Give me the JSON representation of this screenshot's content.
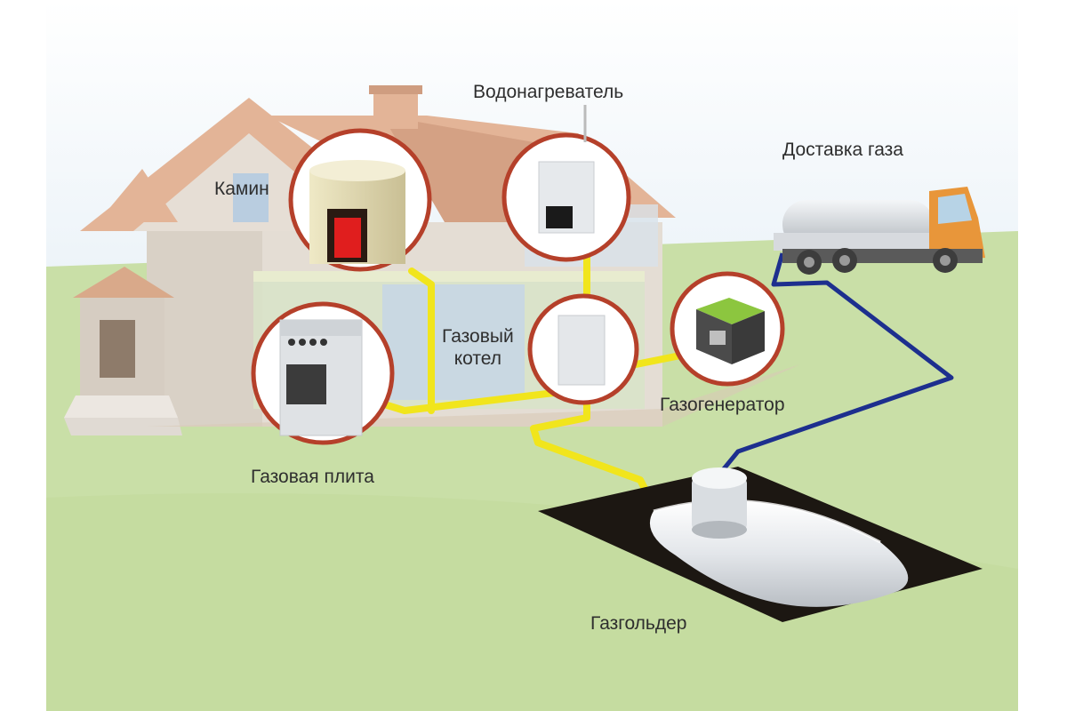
{
  "labels": {
    "fireplace": "Камин",
    "water_heater": "Водонагреватель",
    "gas_delivery": "Доставка газа",
    "boiler_line1": "Газовый",
    "boiler_line2": "котел",
    "generator": "Газогенератор",
    "stove": "Газовая плита",
    "gasholder": "Газгольдер"
  },
  "colors": {
    "sky_top": "#ffffff",
    "sky_bottom": "#cfe1ee",
    "grass": "#c9dfa7",
    "roof": "#e3b497",
    "wall": "#e4ddd4",
    "gas_pipe": "#f1e51c",
    "delivery_pipe": "#1d2f8e",
    "tank": "#e9ecef",
    "truck_cab": "#e8963a",
    "generator": "#8cc63f",
    "callout_ring": "#b5402a"
  },
  "icons": [
    "fireplace-icon",
    "water-heater-icon",
    "gas-stove-icon",
    "gas-boiler-icon",
    "gas-generator-icon",
    "gas-truck-icon",
    "gasholder-tank-icon"
  ]
}
